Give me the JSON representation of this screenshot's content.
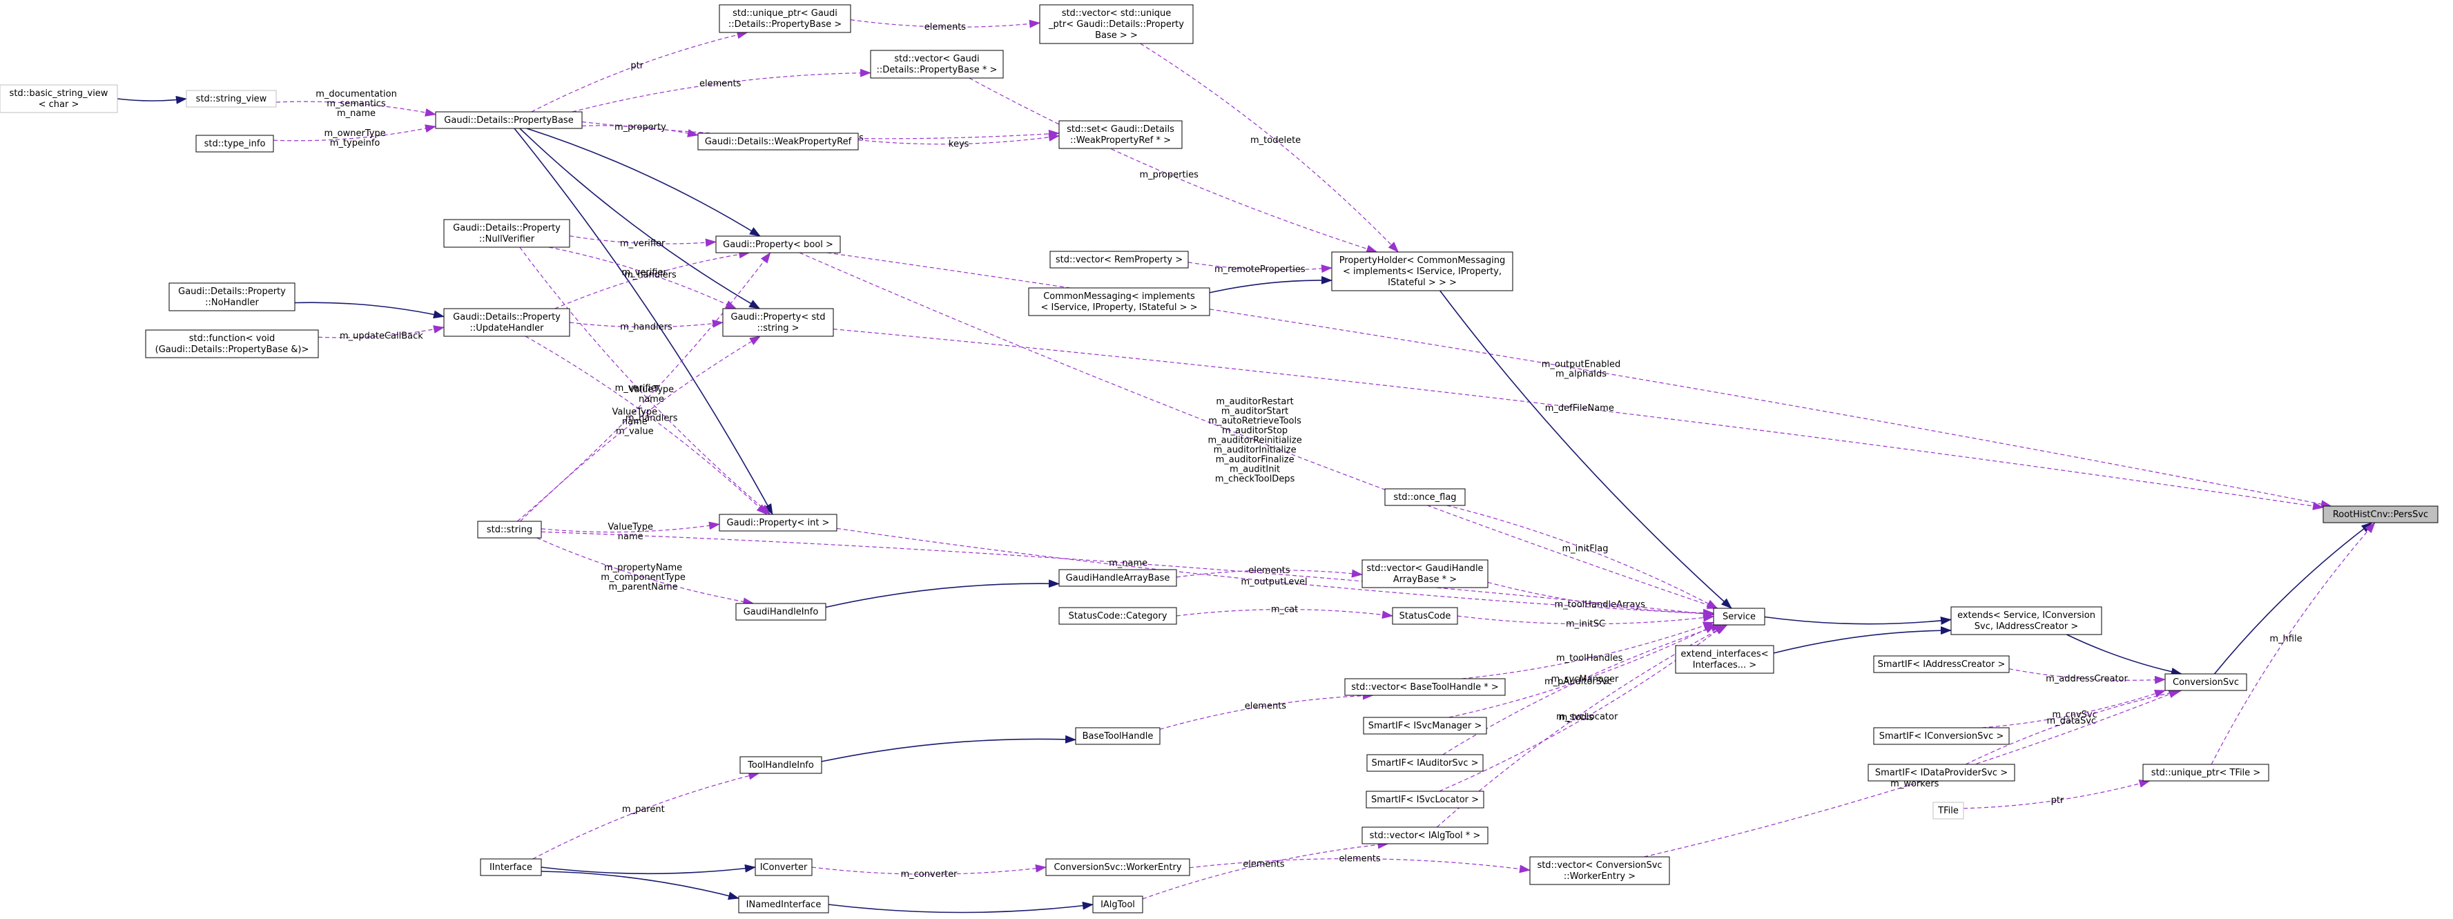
{
  "colors": {
    "inheritance": "#191970",
    "usage": "#9a32cd",
    "node_border": "#000000",
    "node_border_external": "#bfbfbf",
    "highlight_fill": "#bfbfbf",
    "background": "#ffffff"
  },
  "nodes": [
    {
      "id": "basic_string_view",
      "lines": [
        "std::basic_string_view",
        "< char >"
      ],
      "style": "external"
    },
    {
      "id": "string_view",
      "lines": [
        "std::string_view"
      ],
      "style": "external"
    },
    {
      "id": "type_info",
      "lines": [
        "std::type_info"
      ],
      "style": "normal"
    },
    {
      "id": "PropertyBase",
      "lines": [
        "Gaudi::Details::PropertyBase"
      ],
      "style": "normal"
    },
    {
      "id": "unique_ptr_PB",
      "lines": [
        "std::unique_ptr< Gaudi",
        "::Details::PropertyBase >"
      ],
      "style": "normal"
    },
    {
      "id": "vector_unique_ptr_PB",
      "lines": [
        "std::vector< std::unique",
        "_ptr< Gaudi::Details::Property",
        "Base > >"
      ],
      "style": "normal"
    },
    {
      "id": "vector_PB_ptr",
      "lines": [
        "std::vector< Gaudi",
        "::Details::PropertyBase * >"
      ],
      "style": "normal"
    },
    {
      "id": "WeakPropertyRef",
      "lines": [
        "Gaudi::Details::WeakPropertyRef"
      ],
      "style": "normal"
    },
    {
      "id": "set_WeakPropertyRef",
      "lines": [
        "std::set< Gaudi::Details",
        "::WeakPropertyRef * >"
      ],
      "style": "normal"
    },
    {
      "id": "NullVerifier",
      "lines": [
        "Gaudi::Details::Property",
        "::NullVerifier"
      ],
      "style": "normal"
    },
    {
      "id": "Property_bool",
      "lines": [
        "Gaudi::Property< bool >"
      ],
      "style": "normal"
    },
    {
      "id": "NoHandler",
      "lines": [
        "Gaudi::Details::Property",
        "::NoHandler"
      ],
      "style": "normal"
    },
    {
      "id": "UpdateHandler",
      "lines": [
        "Gaudi::Details::Property",
        "::UpdateHandler"
      ],
      "style": "normal"
    },
    {
      "id": "function_void",
      "lines": [
        "std::function< void",
        "(Gaudi::Details::PropertyBase &)>"
      ],
      "style": "normal"
    },
    {
      "id": "Property_string",
      "lines": [
        "Gaudi::Property< std",
        "::string >"
      ],
      "style": "normal"
    },
    {
      "id": "vector_RemProperty",
      "lines": [
        "std::vector< RemProperty >"
      ],
      "style": "normal"
    },
    {
      "id": "CommonMessaging",
      "lines": [
        "CommonMessaging< implements",
        "< IService, IProperty, IStateful > >"
      ],
      "style": "normal"
    },
    {
      "id": "PropertyHolder",
      "lines": [
        "PropertyHolder< CommonMessaging",
        "< implements< IService, IProperty,",
        "IStateful > > >"
      ],
      "style": "normal"
    },
    {
      "id": "std_string",
      "lines": [
        "std::string"
      ],
      "style": "normal"
    },
    {
      "id": "Property_int",
      "lines": [
        "Gaudi::Property< int >"
      ],
      "style": "normal"
    },
    {
      "id": "once_flag",
      "lines": [
        "std::once_flag"
      ],
      "style": "normal"
    },
    {
      "id": "GaudiHandleArrayBase",
      "lines": [
        "GaudiHandleArrayBase"
      ],
      "style": "normal"
    },
    {
      "id": "vector_GaudiHandleArrayBase",
      "lines": [
        "std::vector< GaudiHandle",
        "ArrayBase * >"
      ],
      "style": "normal"
    },
    {
      "id": "GaudiHandleInfo",
      "lines": [
        "GaudiHandleInfo"
      ],
      "style": "normal"
    },
    {
      "id": "StatusCode_Category",
      "lines": [
        "StatusCode::Category"
      ],
      "style": "normal"
    },
    {
      "id": "StatusCode",
      "lines": [
        "StatusCode"
      ],
      "style": "normal"
    },
    {
      "id": "Service",
      "lines": [
        "Service"
      ],
      "style": "normal"
    },
    {
      "id": "extends_Service",
      "lines": [
        "extends< Service, IConversion",
        "Svc, IAddressCreator >"
      ],
      "style": "normal"
    },
    {
      "id": "extend_interfaces",
      "lines": [
        "extend_interfaces<",
        "Interfaces... >"
      ],
      "style": "normal"
    },
    {
      "id": "RootHistCnv",
      "lines": [
        "RootHistCnv::PersSvc"
      ],
      "style": "highlight"
    },
    {
      "id": "SmartIF_IAddressCreator",
      "lines": [
        "SmartIF< IAddressCreator >"
      ],
      "style": "normal"
    },
    {
      "id": "ConversionSvc",
      "lines": [
        "ConversionSvc"
      ],
      "style": "normal"
    },
    {
      "id": "vector_BaseToolHandle",
      "lines": [
        "std::vector< BaseToolHandle * >"
      ],
      "style": "normal"
    },
    {
      "id": "BaseToolHandle",
      "lines": [
        "BaseToolHandle"
      ],
      "style": "normal"
    },
    {
      "id": "SmartIF_ISvcManager",
      "lines": [
        "SmartIF< ISvcManager >"
      ],
      "style": "normal"
    },
    {
      "id": "ToolHandleInfo",
      "lines": [
        "ToolHandleInfo"
      ],
      "style": "normal"
    },
    {
      "id": "SmartIF_IAuditorSvc",
      "lines": [
        "SmartIF< IAuditorSvc >"
      ],
      "style": "normal"
    },
    {
      "id": "SmartIF_IConversionSvc",
      "lines": [
        "SmartIF< IConversionSvc >"
      ],
      "style": "normal"
    },
    {
      "id": "SmartIF_IDataProviderSvc",
      "lines": [
        "SmartIF< IDataProviderSvc >"
      ],
      "style": "normal"
    },
    {
      "id": "SmartIF_ISvcLocator",
      "lines": [
        "SmartIF< ISvcLocator >"
      ],
      "style": "normal"
    },
    {
      "id": "unique_ptr_TFile",
      "lines": [
        "std::unique_ptr< TFile >"
      ],
      "style": "normal"
    },
    {
      "id": "TFile",
      "lines": [
        "TFile"
      ],
      "style": "external"
    },
    {
      "id": "vector_IAlgTool",
      "lines": [
        "std::vector< IAlgTool * >"
      ],
      "style": "normal"
    },
    {
      "id": "IInterface",
      "lines": [
        "IInterface"
      ],
      "style": "normal"
    },
    {
      "id": "IConverter",
      "lines": [
        "IConverter"
      ],
      "style": "normal"
    },
    {
      "id": "WorkerEntry",
      "lines": [
        "ConversionSvc::WorkerEntry"
      ],
      "style": "normal"
    },
    {
      "id": "vector_WorkerEntry",
      "lines": [
        "std::vector< ConversionSvc",
        "::WorkerEntry >"
      ],
      "style": "normal"
    },
    {
      "id": "INamedInterface",
      "lines": [
        "INamedInterface"
      ],
      "style": "normal"
    },
    {
      "id": "IAlgTool",
      "lines": [
        "IAlgTool"
      ],
      "style": "normal"
    }
  ],
  "edges": [
    {
      "from": "basic_string_view",
      "to": "string_view",
      "kind": "inheritance",
      "labels": []
    },
    {
      "from": "string_view",
      "to": "PropertyBase",
      "kind": "usage",
      "labels": [
        "m_documentation",
        "m_semantics",
        "m_name"
      ]
    },
    {
      "from": "type_info",
      "to": "PropertyBase",
      "kind": "usage",
      "labels": [
        "m_ownerType",
        "m_typeinfo"
      ]
    },
    {
      "from": "PropertyBase",
      "to": "unique_ptr_PB",
      "kind": "usage",
      "labels": [
        "ptr"
      ]
    },
    {
      "from": "unique_ptr_PB",
      "to": "vector_unique_ptr_PB",
      "kind": "usage",
      "labels": [
        "elements"
      ]
    },
    {
      "from": "PropertyBase",
      "to": "vector_PB_ptr",
      "kind": "usage",
      "labels": [
        "elements"
      ]
    },
    {
      "from": "PropertyBase",
      "to": "set_WeakPropertyRef",
      "kind": "usage",
      "labels": [
        "m_weakReferences"
      ]
    },
    {
      "from": "PropertyBase",
      "to": "WeakPropertyRef",
      "kind": "usage",
      "labels": [
        "m_property"
      ]
    },
    {
      "from": "WeakPropertyRef",
      "to": "set_WeakPropertyRef",
      "kind": "usage",
      "labels": [
        "keys"
      ]
    },
    {
      "from": "vector_unique_ptr_PB",
      "to": "PropertyHolder",
      "kind": "usage",
      "labels": [
        "m_todelete"
      ]
    },
    {
      "from": "vector_PB_ptr",
      "to": "PropertyHolder",
      "kind": "usage",
      "labels": [
        "m_properties"
      ]
    },
    {
      "from": "PropertyBase",
      "to": "Property_bool",
      "kind": "inheritance",
      "labels": []
    },
    {
      "from": "PropertyBase",
      "to": "Property_string",
      "kind": "inheritance",
      "labels": []
    },
    {
      "from": "PropertyBase",
      "to": "Property_int",
      "kind": "inheritance",
      "labels": []
    },
    {
      "from": "NullVerifier",
      "to": "Property_bool",
      "kind": "usage",
      "labels": [
        "m_verifier"
      ]
    },
    {
      "from": "NullVerifier",
      "to": "Property_string",
      "kind": "usage",
      "labels": [
        "m_verifier"
      ]
    },
    {
      "from": "NullVerifier",
      "to": "Property_int",
      "kind": "usage",
      "labels": [
        "m_verifier"
      ]
    },
    {
      "from": "NoHandler",
      "to": "UpdateHandler",
      "kind": "inheritance",
      "labels": []
    },
    {
      "from": "function_void",
      "to": "UpdateHandler",
      "kind": "usage",
      "labels": [
        "m_updateCallBack"
      ]
    },
    {
      "from": "UpdateHandler",
      "to": "Property_bool",
      "kind": "usage",
      "labels": [
        "m_handlers"
      ]
    },
    {
      "from": "UpdateHandler",
      "to": "Property_string",
      "kind": "usage",
      "labels": [
        "m_handlers"
      ]
    },
    {
      "from": "UpdateHandler",
      "to": "Property_int",
      "kind": "usage",
      "labels": [
        "m_handlers"
      ]
    },
    {
      "from": "std_string",
      "to": "Property_bool",
      "kind": "usage",
      "labels": [
        "ValueType",
        "name"
      ]
    },
    {
      "from": "std_string",
      "to": "Property_string",
      "kind": "usage",
      "labels": [
        "ValueType",
        "name",
        "m_value"
      ]
    },
    {
      "from": "std_string",
      "to": "Property_int",
      "kind": "usage",
      "labels": [
        "ValueType",
        "name"
      ]
    },
    {
      "from": "Property_bool",
      "to": "RootHistCnv",
      "kind": "usage",
      "labels": [
        "m_outputEnabled",
        "m_alphaIds"
      ]
    },
    {
      "from": "Property_bool",
      "to": "Service",
      "kind": "usage",
      "labels": [
        "m_auditorRestart",
        "m_auditorStart",
        "m_autoRetrieveTools",
        "m_auditorStop",
        "m_auditorReinitialize",
        "m_auditorInitialize",
        "m_auditorFinalize",
        "m_auditInit",
        "m_checkToolDeps"
      ]
    },
    {
      "from": "Property_string",
      "to": "RootHistCnv",
      "kind": "usage",
      "labels": [
        "m_defFileName"
      ]
    },
    {
      "from": "vector_RemProperty",
      "to": "PropertyHolder",
      "kind": "usage",
      "labels": [
        "m_remoteProperties"
      ]
    },
    {
      "from": "CommonMessaging",
      "to": "PropertyHolder",
      "kind": "inheritance",
      "labels": []
    },
    {
      "from": "PropertyHolder",
      "to": "Service",
      "kind": "inheritance",
      "labels": []
    },
    {
      "from": "once_flag",
      "to": "Service",
      "kind": "usage",
      "labels": [
        "m_initFlag"
      ]
    },
    {
      "from": "Property_int",
      "to": "Service",
      "kind": "usage",
      "labels": [
        "m_outputLevel"
      ]
    },
    {
      "from": "GaudiHandleArrayBase",
      "to": "vector_GaudiHandleArrayBase",
      "kind": "usage",
      "labels": [
        "elements"
      ]
    },
    {
      "from": "vector_GaudiHandleArrayBase",
      "to": "Service",
      "kind": "usage",
      "labels": [
        "m_toolHandleArrays"
      ]
    },
    {
      "from": "GaudiHandleInfo",
      "to": "GaudiHandleArrayBase",
      "kind": "inheritance",
      "labels": []
    },
    {
      "from": "std_string",
      "to": "GaudiHandleInfo",
      "kind": "usage",
      "labels": [
        "m_propertyName",
        "m_componentType",
        "m_parentName"
      ]
    },
    {
      "from": "StatusCode_Category",
      "to": "StatusCode",
      "kind": "usage",
      "labels": [
        "m_cat"
      ]
    },
    {
      "from": "StatusCode",
      "to": "Service",
      "kind": "usage",
      "labels": [
        "m_initSC"
      ]
    },
    {
      "from": "std_string",
      "to": "Service",
      "kind": "usage",
      "labels": [
        "m_name"
      ]
    },
    {
      "from": "Service",
      "to": "extends_Service",
      "kind": "inheritance",
      "labels": []
    },
    {
      "from": "extend_interfaces",
      "to": "extends_Service",
      "kind": "inheritance",
      "labels": []
    },
    {
      "from": "extends_Service",
      "to": "ConversionSvc",
      "kind": "inheritance",
      "labels": []
    },
    {
      "from": "ConversionSvc",
      "to": "RootHistCnv",
      "kind": "inheritance",
      "labels": []
    },
    {
      "from": "SmartIF_IAddressCreator",
      "to": "ConversionSvc",
      "kind": "usage",
      "labels": [
        "m_addressCreator"
      ]
    },
    {
      "from": "BaseToolHandle",
      "to": "vector_BaseToolHandle",
      "kind": "usage",
      "labels": [
        "elements"
      ]
    },
    {
      "from": "vector_BaseToolHandle",
      "to": "Service",
      "kind": "usage",
      "labels": [
        "m_toolHandles"
      ]
    },
    {
      "from": "ToolHandleInfo",
      "to": "BaseToolHandle",
      "kind": "inheritance",
      "labels": []
    },
    {
      "from": "SmartIF_ISvcManager",
      "to": "Service",
      "kind": "usage",
      "labels": [
        "m_svcManager"
      ]
    },
    {
      "from": "SmartIF_IAuditorSvc",
      "to": "Service",
      "kind": "usage",
      "labels": [
        "m_pAuditorSvc"
      ]
    },
    {
      "from": "SmartIF_ISvcLocator",
      "to": "Service",
      "kind": "usage",
      "labels": [
        "m_svcLocator"
      ]
    },
    {
      "from": "vector_IAlgTool",
      "to": "Service",
      "kind": "usage",
      "labels": [
        "m_tools"
      ]
    },
    {
      "from": "SmartIF_IConversionSvc",
      "to": "ConversionSvc",
      "kind": "usage",
      "labels": [
        "m_cnvSvc"
      ]
    },
    {
      "from": "SmartIF_IDataProviderSvc",
      "to": "ConversionSvc",
      "kind": "usage",
      "labels": [
        "m_dataSvc"
      ]
    },
    {
      "from": "vector_WorkerEntry",
      "to": "ConversionSvc",
      "kind": "usage",
      "labels": [
        "m_workers"
      ]
    },
    {
      "from": "unique_ptr_TFile",
      "to": "RootHistCnv",
      "kind": "usage",
      "labels": [
        "m_hfile"
      ]
    },
    {
      "from": "TFile",
      "to": "unique_ptr_TFile",
      "kind": "usage",
      "labels": [
        "ptr"
      ]
    },
    {
      "from": "IInterface",
      "to": "ToolHandleInfo",
      "kind": "usage",
      "labels": [
        "m_parent"
      ]
    },
    {
      "from": "IInterface",
      "to": "IConverter",
      "kind": "inheritance",
      "labels": []
    },
    {
      "from": "IInterface",
      "to": "INamedInterface",
      "kind": "inheritance",
      "labels": []
    },
    {
      "from": "IConverter",
      "to": "WorkerEntry",
      "kind": "usage",
      "labels": [
        "m_converter"
      ]
    },
    {
      "from": "WorkerEntry",
      "to": "vector_WorkerEntry",
      "kind": "usage",
      "labels": [
        "elements"
      ]
    },
    {
      "from": "INamedInterface",
      "to": "IAlgTool",
      "kind": "inheritance",
      "labels": []
    },
    {
      "from": "IAlgTool",
      "to": "vector_IAlgTool",
      "kind": "usage",
      "labels": [
        "elements"
      ]
    }
  ]
}
